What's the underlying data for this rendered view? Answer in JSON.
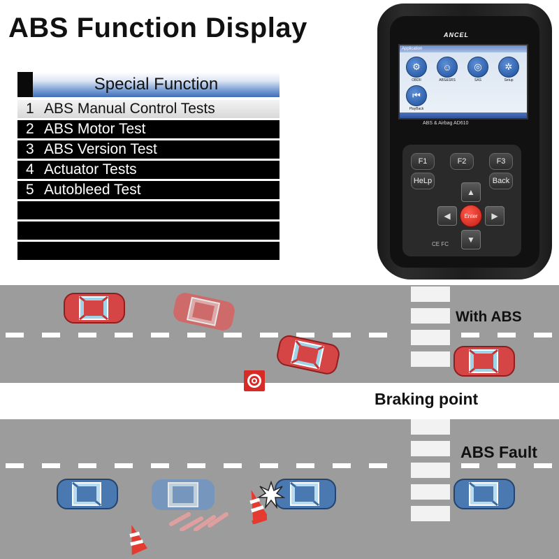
{
  "headline": "ABS Function Display",
  "menu": {
    "header": "Special Function",
    "items": [
      {
        "num": "1",
        "label": "ABS Manual Control Tests",
        "selected": true
      },
      {
        "num": "2",
        "label": "ABS Motor Test"
      },
      {
        "num": "3",
        "label": "ABS Version Test"
      },
      {
        "num": "4",
        "label": "Actuator Tests"
      },
      {
        "num": "5",
        "label": "Autobleed Test"
      },
      {
        "num": "",
        "label": ""
      },
      {
        "num": "",
        "label": ""
      },
      {
        "num": "",
        "label": ""
      }
    ]
  },
  "device": {
    "brand": "ANCEL",
    "screen_title": "Application",
    "apps": [
      {
        "label": "OBDII",
        "icon": "engine-icon"
      },
      {
        "label": "ABS&SRS",
        "icon": "abs-srs-icon"
      },
      {
        "label": "SAS",
        "icon": "steering-wheel-icon"
      },
      {
        "label": "Setup",
        "icon": "gear-icon"
      },
      {
        "label": "PlayBack",
        "icon": "rewind-icon"
      }
    ],
    "model": "ABS & Airbag AD610",
    "keys": {
      "f1": "F1",
      "f2": "F2",
      "f3": "F3",
      "help": "HeLp",
      "back": "Back",
      "enter": "Enter"
    },
    "certs": "CE FC"
  },
  "labels": {
    "with_abs": "With ABS",
    "braking_point": "Braking point",
    "abs_fault": "ABS Fault"
  },
  "colors": {
    "road": "#9c9c9c",
    "red_car": "#d64545",
    "blue_car": "#4a78b0",
    "accent_red": "#d62b27"
  }
}
